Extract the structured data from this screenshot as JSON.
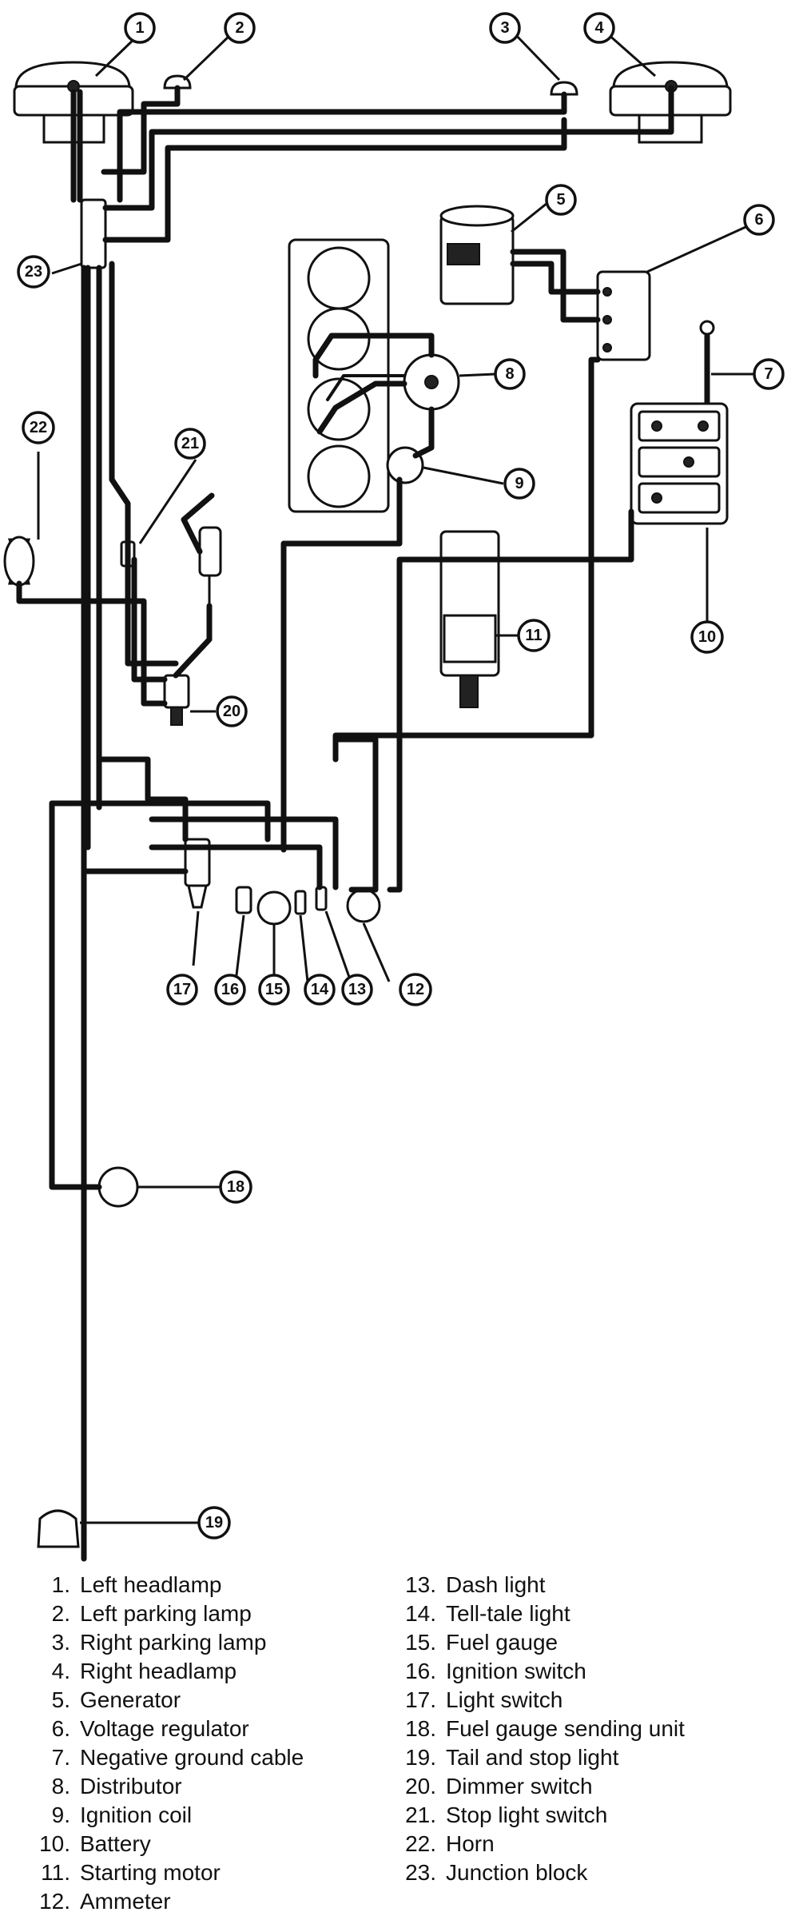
{
  "legend": {
    "left": [
      {
        "num": "1.",
        "label": "Left headlamp"
      },
      {
        "num": "2.",
        "label": "Left parking lamp"
      },
      {
        "num": "3.",
        "label": "Right parking lamp"
      },
      {
        "num": "4.",
        "label": "Right headlamp"
      },
      {
        "num": "5.",
        "label": "Generator"
      },
      {
        "num": "6.",
        "label": "Voltage regulator"
      },
      {
        "num": "7.",
        "label": "Negative ground cable"
      },
      {
        "num": "8.",
        "label": "Distributor"
      },
      {
        "num": "9.",
        "label": "Ignition coil"
      },
      {
        "num": "10.",
        "label": "Battery"
      },
      {
        "num": "11.",
        "label": "Starting motor"
      },
      {
        "num": "12.",
        "label": "Ammeter"
      }
    ],
    "right": [
      {
        "num": "13.",
        "label": "Dash light"
      },
      {
        "num": "14.",
        "label": "Tell-tale light"
      },
      {
        "num": "15.",
        "label": "Fuel gauge"
      },
      {
        "num": "16.",
        "label": "Ignition switch"
      },
      {
        "num": "17.",
        "label": "Light switch"
      },
      {
        "num": "18.",
        "label": "Fuel gauge sending unit"
      },
      {
        "num": "19.",
        "label": "Tail and stop light"
      },
      {
        "num": "20.",
        "label": "Dimmer switch"
      },
      {
        "num": "21.",
        "label": "Stop light switch"
      },
      {
        "num": "22.",
        "label": "Horn"
      },
      {
        "num": "23.",
        "label": "Junction block"
      }
    ]
  },
  "callouts": [
    "1",
    "2",
    "3",
    "4",
    "5",
    "6",
    "7",
    "8",
    "9",
    "10",
    "11",
    "12",
    "13",
    "14",
    "15",
    "16",
    "17",
    "18",
    "19",
    "20",
    "21",
    "22",
    "23"
  ]
}
